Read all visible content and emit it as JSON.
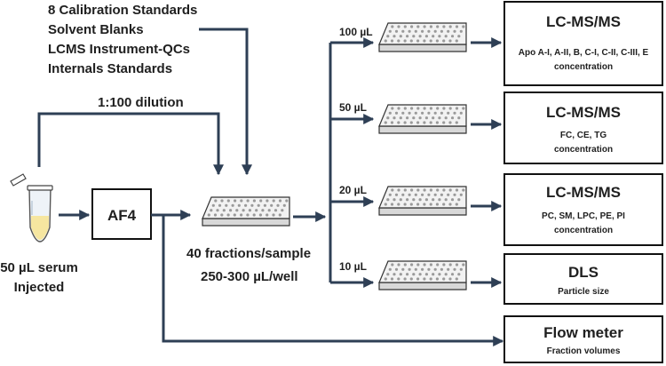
{
  "standards": [
    "8 Calibration Standards",
    "Solvent Blanks",
    "LCMS Instrument-QCs",
    "Internals Standards"
  ],
  "dilution_label": "1:100 dilution",
  "sample": {
    "line1": "50 µL serum",
    "line2": "Injected"
  },
  "af4_label": "AF4",
  "fractions": {
    "line1": "40 fractions/sample",
    "line2": "250-300 µL/well"
  },
  "volumes": [
    "100 µL",
    "50 µL",
    "20 µL",
    "10 µL"
  ],
  "outputs": [
    {
      "title": "LC-MS/MS",
      "line1": "Apo A-I, A-II, B, C-I, C-II, C-III, E",
      "line2": "concentration"
    },
    {
      "title": "LC-MS/MS",
      "line1": "FC, CE, TG",
      "line2": "concentration"
    },
    {
      "title": "LC-MS/MS",
      "line1": "PC, SM, LPC, PE, PI",
      "line2": "concentration"
    },
    {
      "title": "DLS",
      "line1": "Particle size",
      "line2": ""
    },
    {
      "title": "Flow meter",
      "line1": "Fraction volumes",
      "line2": ""
    }
  ],
  "colors": {
    "arrow": "#2e3f55",
    "plate_fill": "#f2f2f2",
    "well": "#9a9a9a",
    "liquid": "#f6e6a0"
  }
}
